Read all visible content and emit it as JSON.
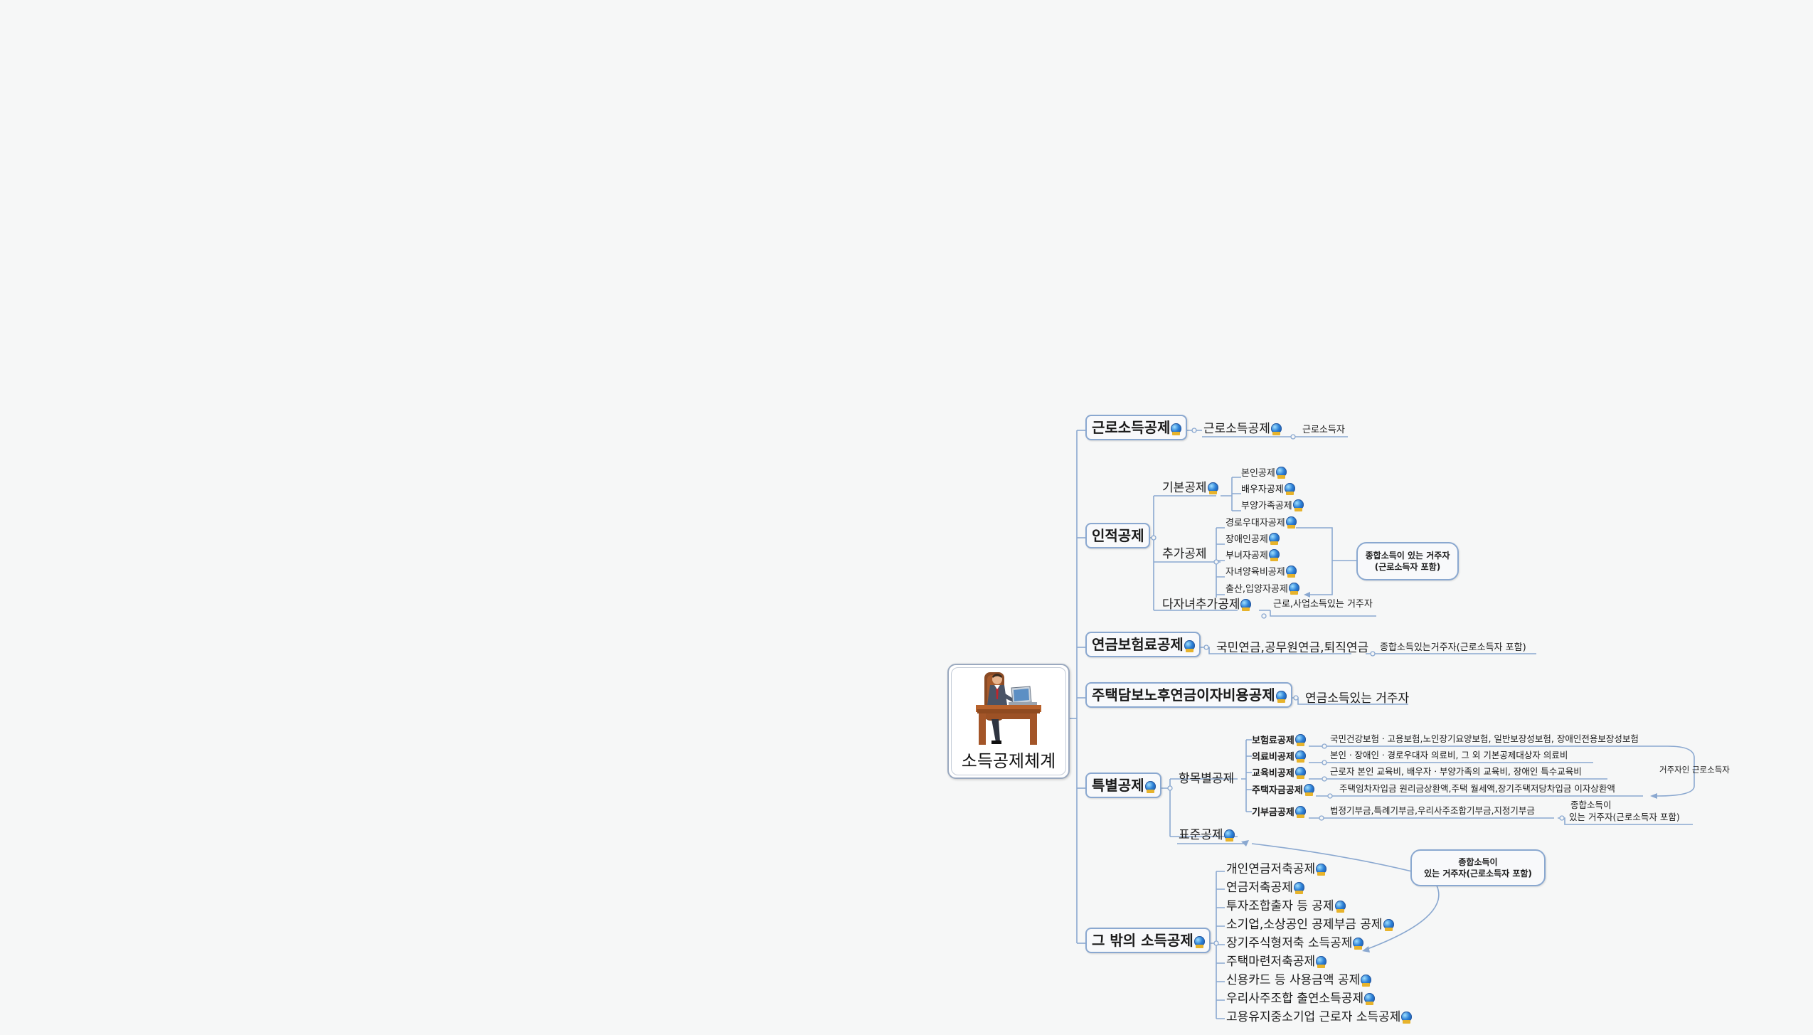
{
  "center": {
    "title": "소득공제체계"
  },
  "branches": {
    "earned": {
      "label": "근로소득공제",
      "child": "근로소득공제",
      "note": "근로소득자"
    },
    "personal": {
      "label": "인적공제",
      "basic": {
        "label": "기본공제",
        "items": [
          "본인공제",
          "배우자공제",
          "부양가족공제"
        ]
      },
      "additional": {
        "label": "추가공제",
        "items": [
          "경로우대자공제",
          "장애인공제",
          "부녀자공제",
          "자녀양육비공제",
          "출산,입양자공제"
        ]
      },
      "multi_child": {
        "label": "다자녀추가공제",
        "note": "근로,사업소득있는 거주자"
      },
      "callout": [
        "종합소득이 있는 거주자",
        "(근로소득자 포함)"
      ]
    },
    "pension": {
      "label": "연금보험료공제",
      "child": "국민연금,공무원연금,퇴직연금",
      "note": "종합소득있는거주자(근로소득자 포함)"
    },
    "housing": {
      "label": "주택담보노후연금이자비용공제",
      "child": "연금소득있는 거주자"
    },
    "special": {
      "label": "특별공제",
      "itemized": {
        "label": "항목별공제",
        "items": [
          {
            "label": "보험료공제",
            "desc": "국민건강보험ㆍ고용보험,노인장기요양보험, 일반보장성보험, 장애인전용보장성보험"
          },
          {
            "label": "의료비공제",
            "desc": "본인ㆍ장애인ㆍ경로우대자 의료비, 그 외 기본공제대상자 의료비"
          },
          {
            "label": "교육비공제",
            "desc": "근로자 본인 교육비, 배우자ㆍ부양가족의 교육비, 장애인 특수교육비"
          },
          {
            "label": "주택자금공제",
            "desc": "주택임차자입금 원리금상환액,주택 월세액,장기주택저당차입금 이자상환액"
          },
          {
            "label": "기부금공제",
            "desc": "법정기부금,특례기부금,우리사주조합기부금,지정기부금"
          }
        ],
        "right_note": "거주자인 근로소득자",
        "donation_note": [
          "종합소득이",
          "있는 거주자(근로소득자 포함)"
        ]
      },
      "standard": {
        "label": "표준공제"
      },
      "callout": [
        "종합소득이",
        "있는 거주자(근로소득자 포함)"
      ]
    },
    "other": {
      "label": "그 밖의 소득공제",
      "items": [
        "개인연금저축공제",
        "연금저축공제",
        "투자조합출자 등 공제",
        "소기업,소상공인 공제부금 공제",
        "장기주식형저축 소득공제",
        "주택마련저축공제",
        "신용카드 등 사용금액 공제",
        "우리사주조합 출연소득공제",
        "고용유지중소기업 근로자 소득공제"
      ]
    }
  },
  "colors": {
    "line": "#8aa8d0",
    "background": "#f6f7f7",
    "box_border": "#8aa8d0"
  }
}
